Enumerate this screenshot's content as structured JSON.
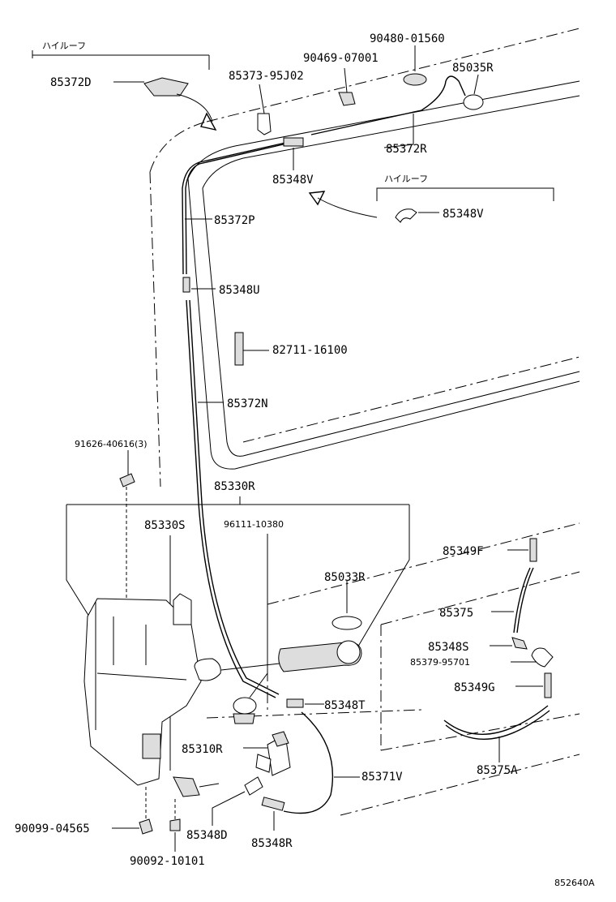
{
  "labels": {
    "p85372D": "85372D",
    "p85373_95J02": "85373-95J02",
    "p90469_07001": "90469-07001",
    "p90480_01560": "90480-01560",
    "p85035R": "85035R",
    "p85372R": "85372R",
    "p85348V_a": "85348V",
    "p85348V_b": "85348V",
    "p85372P": "85372P",
    "p85348U": "85348U",
    "p82711_16100": "82711-16100",
    "p85372N": "85372N",
    "p91626_40616": "91626-40616(3)",
    "p85330R": "85330R",
    "p85330S": "85330S",
    "p96111_10380": "96111-10380",
    "p85033R": "85033R",
    "p85349F": "85349F",
    "p85375": "85375",
    "p85348S": "85348S",
    "p85379_95701": "85379-95701",
    "p85349G": "85349G",
    "p85348T": "85348T",
    "p85310R": "85310R",
    "p85371V": "85371V",
    "p85375A": "85375A",
    "p90099_04565": "90099-04565",
    "p85348D": "85348D",
    "p85348R": "85348R",
    "p90092_10101": "90092-10101"
  },
  "notes": {
    "high_roof_1": "ハイルーフ",
    "high_roof_2": "ハイルーフ"
  },
  "diagram_code": "852640A"
}
